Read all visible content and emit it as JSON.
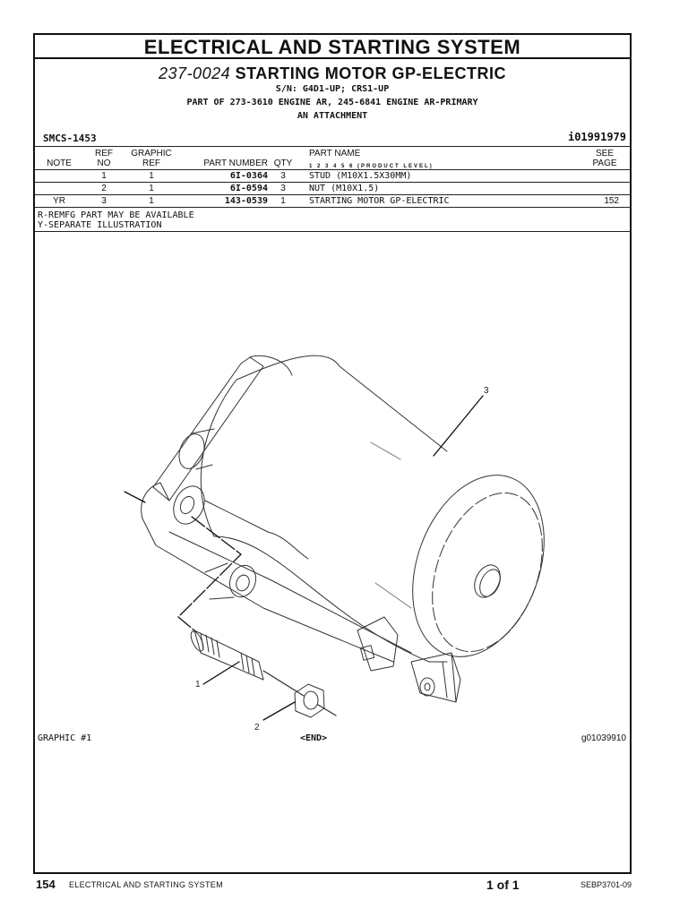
{
  "page": {
    "section_title": "ELECTRICAL AND STARTING SYSTEM",
    "group_number": "237-0024",
    "group_name": "STARTING MOTOR GP-ELECTRIC",
    "serial": "S/N: G4D1-UP; CRS1-UP",
    "part_of": "PART OF 273-3610 ENGINE AR, 245-6841 ENGINE AR-PRIMARY",
    "attachment": "AN ATTACHMENT",
    "smcs": "SMCS-1453",
    "illustration_id": "i01991979"
  },
  "table": {
    "headers": {
      "note": "NOTE",
      "ref_no_1": "REF",
      "ref_no_2": "NO",
      "graphic_ref_1": "GRAPHIC",
      "graphic_ref_2": "REF",
      "part_number": "PART NUMBER",
      "qty": "QTY",
      "part_name": "PART NAME",
      "product_level": "1  2  3  4  5  6  (PRODUCT LEVEL)",
      "see_page_1": "SEE",
      "see_page_2": "PAGE"
    },
    "rows": [
      {
        "note": "",
        "ref_no": "1",
        "graphic_ref": "1",
        "part_number": "6I-0364",
        "qty": "3",
        "part_name": "STUD (M10X1.5X30MM)",
        "see_page": ""
      },
      {
        "note": "",
        "ref_no": "2",
        "graphic_ref": "1",
        "part_number": "6I-0594",
        "qty": "3",
        "part_name": "NUT (M10X1.5)",
        "see_page": ""
      },
      {
        "note": "YR",
        "ref_no": "3",
        "graphic_ref": "1",
        "part_number": "143-0539",
        "qty": "1",
        "part_name": "STARTING MOTOR GP-ELECTRIC",
        "see_page": "152"
      }
    ],
    "notes": [
      "R-REMFG PART MAY BE AVAILABLE",
      "Y-SEPARATE ILLUSTRATION"
    ]
  },
  "graphic": {
    "label": "GRAPHIC #1",
    "end_marker": "<END>",
    "graphic_id": "g01039910",
    "callouts": [
      "1",
      "2",
      "3"
    ]
  },
  "footer": {
    "page_number": "154",
    "section": "ELECTRICAL AND STARTING SYSTEM",
    "page_of": "1 of 1",
    "document_id": "SEBP3701-09"
  }
}
